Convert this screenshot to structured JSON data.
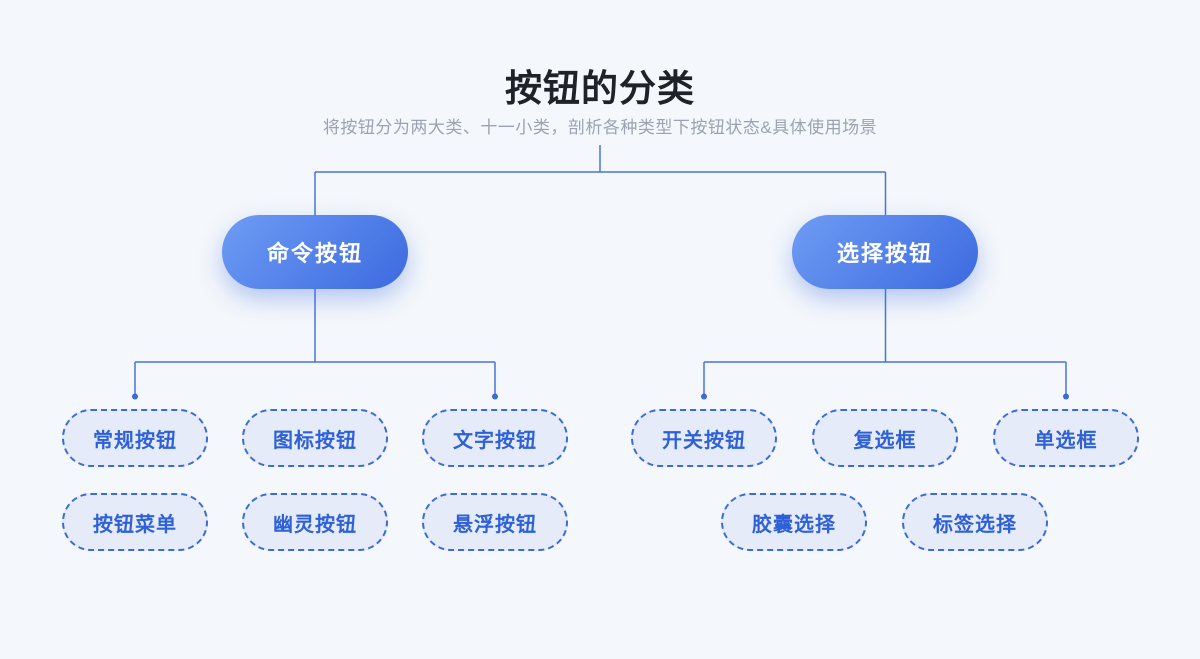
{
  "page": {
    "title": "按钮的分类",
    "subtitle": "将按钮分为两大类、十一小类，剖析各种类型下按钮状态&具体使用场景"
  },
  "colors": {
    "background": "#F4F7FB",
    "title_text": "#1F2329",
    "subtitle_text": "#9BA3B2",
    "connector": "#4A74D8",
    "node_gradient_start": "#6E9CF4",
    "node_gradient_end": "#3C6ADF",
    "node_text": "#FFFFFF",
    "leaf_fill": "#E6EBF9",
    "leaf_border": "#3A6BD8",
    "leaf_text": "#2E61D8"
  },
  "tree": {
    "root_children": [
      {
        "label": "命令按钮",
        "children": [
          "常规按钮",
          "图标按钮",
          "文字按钮",
          "按钮菜单",
          "幽灵按钮",
          "悬浮按钮"
        ]
      },
      {
        "label": "选择按钮",
        "children": [
          "开关按钮",
          "复选框",
          "单选框",
          "胶囊选择",
          "标签选择"
        ]
      }
    ]
  }
}
